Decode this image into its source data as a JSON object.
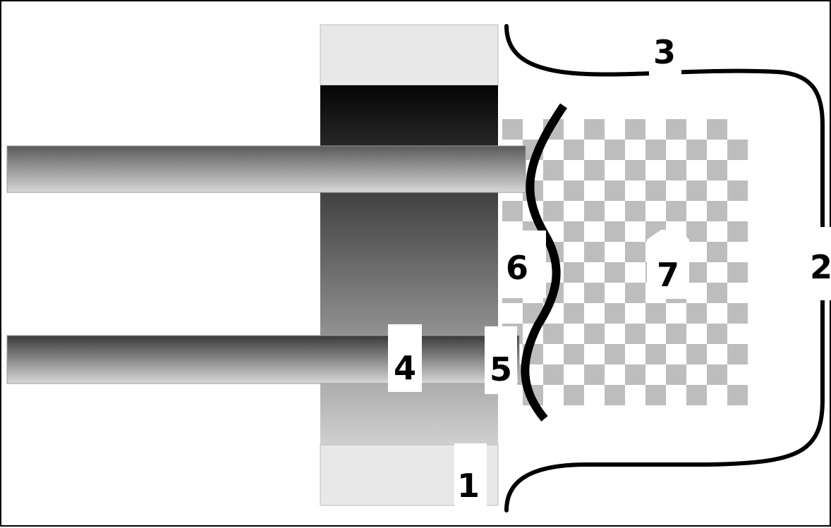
{
  "diagram": {
    "labels": {
      "one": "1",
      "two": "2",
      "three": "3",
      "four": "4",
      "five": "5",
      "six": "6",
      "seven": "7"
    },
    "colors": {
      "frame": "#000000",
      "block_light": "#e8e8e8",
      "block_dark_top": "#050505",
      "block_dark_bottom": "#d0d0d0",
      "checker": "#bdbdbd",
      "rod_dark": "#4a4a4a",
      "rod_light": "#d8d8d8",
      "curve": "#000000"
    }
  }
}
